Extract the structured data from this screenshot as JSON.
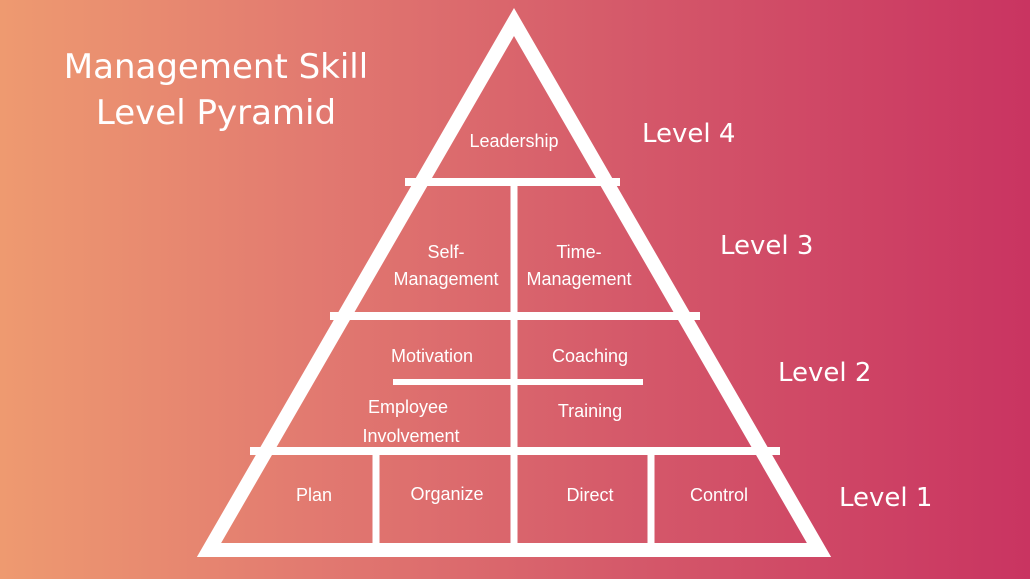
{
  "title": {
    "line1": "Management Skill",
    "line2": "Level Pyramid"
  },
  "colors": {
    "background_left": "#ee9a70",
    "background_right": "#c93461",
    "stroke": "#ffffff",
    "text": "#ffffff"
  },
  "levels": [
    {
      "label": "Level 4",
      "skills": [
        "Leadership"
      ]
    },
    {
      "label": "Level 3",
      "skills": [
        "Self-Management",
        "Time-Management"
      ]
    },
    {
      "label": "Level 2",
      "skills": [
        "Motivation",
        "Coaching",
        "Employee Involvement",
        "Training"
      ]
    },
    {
      "label": "Level 1",
      "skills": [
        "Plan",
        "Organize",
        "Direct",
        "Control"
      ]
    }
  ],
  "text": {
    "leadership": "Leadership",
    "self_1": "Self-",
    "self_2": "Management",
    "time_1": "Time-",
    "time_2": "Management",
    "motivation": "Motivation",
    "coaching": "Coaching",
    "employee_1": "Employee",
    "employee_2": "Involvement",
    "training": "Training",
    "plan": "Plan",
    "organize": "Organize",
    "direct": "Direct",
    "control": "Control",
    "level4": "Level 4",
    "level3": "Level 3",
    "level2": "Level 2",
    "level1": "Level 1"
  }
}
